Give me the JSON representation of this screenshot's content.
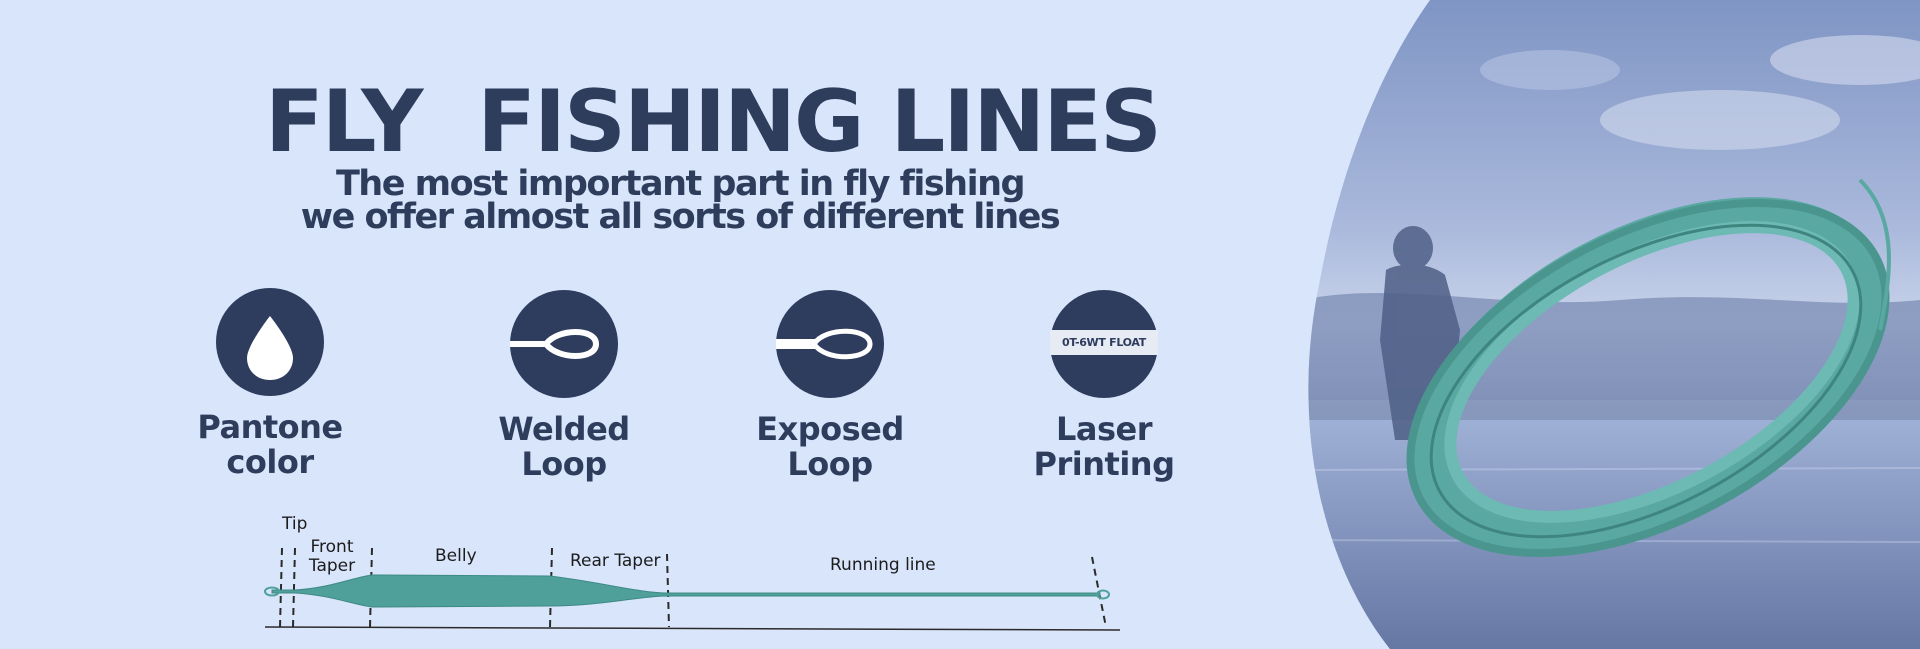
{
  "banner": {
    "title": "FLY  FISHING LINES",
    "subtitle_line1": "The most important part in fly fishing",
    "subtitle_line2": "we offer almost all sorts of different lines"
  },
  "features": [
    {
      "label_line1": "Pantone",
      "label_line2": "color",
      "icon": "water-drop-icon"
    },
    {
      "label_line1": "Welded",
      "label_line2": "Loop",
      "icon": "welded-loop-icon"
    },
    {
      "label_line1": "Exposed",
      "label_line2": "Loop",
      "icon": "exposed-loop-icon"
    },
    {
      "label_line1": "Laser",
      "label_line2": "Printing",
      "icon": "laser-print-icon",
      "tag_text": "0T-6WT FLOAT"
    }
  ],
  "line_profile": {
    "tip": "Tip",
    "front_taper_line1": "Front",
    "front_taper_line2": "Taper",
    "belly": "Belly",
    "rear_taper": "Rear Taper",
    "running_line": "Running line"
  },
  "colors": {
    "background": "#d9e5fb",
    "navy": "#2e3c5e",
    "line_teal": "#4f9f9a"
  }
}
